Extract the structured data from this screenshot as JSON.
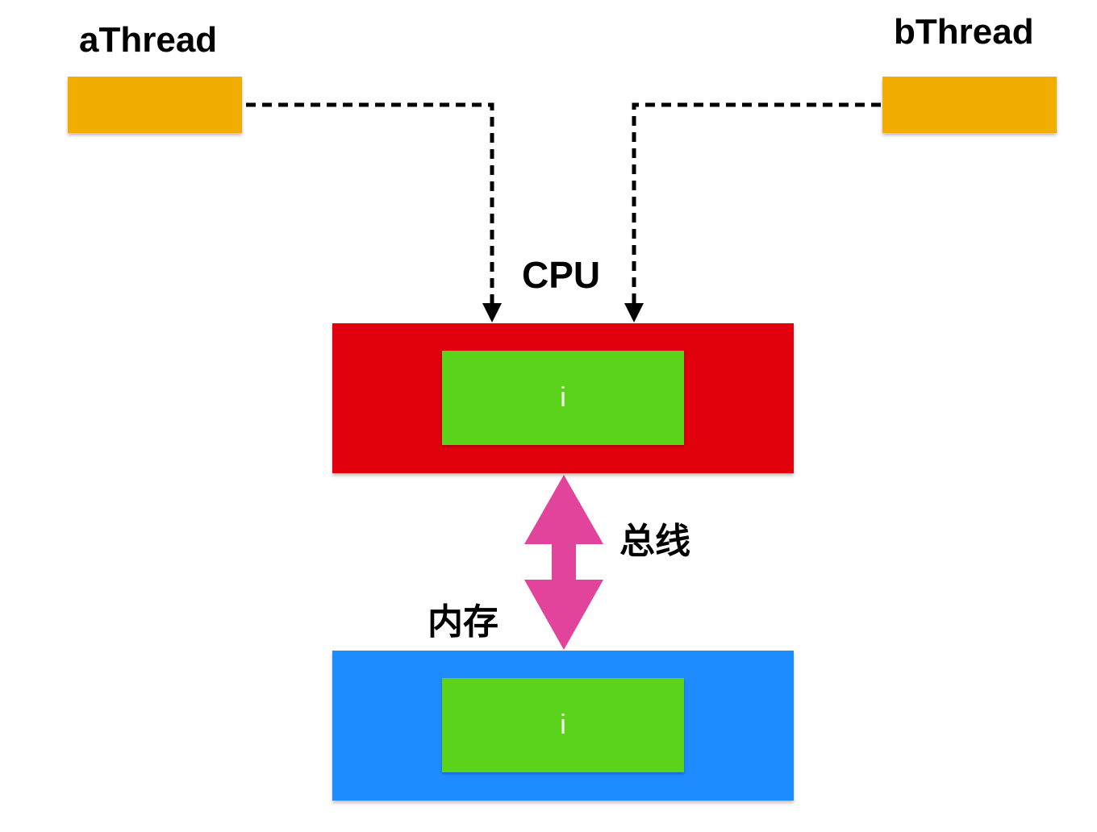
{
  "threads": {
    "a": {
      "label": "aThread"
    },
    "b": {
      "label": "bThread"
    }
  },
  "cpu": {
    "label": "CPU",
    "variable": "i"
  },
  "bus": {
    "label": "总线"
  },
  "memory": {
    "label": "内存",
    "variable": "i"
  },
  "colors": {
    "thread_box": "#f2ae00",
    "cpu_block": "#e0000e",
    "memory_block": "#1e8cff",
    "variable_cell": "#5bd31b",
    "bus_arrow": "#e2449c",
    "connector": "#000000"
  }
}
